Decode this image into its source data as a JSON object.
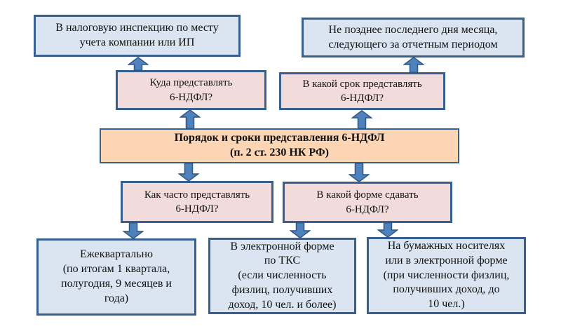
{
  "colors": {
    "blue-fill": "#dbe5f1",
    "pink-fill": "#f2dcdb",
    "orange-fill": "#fcd5b4",
    "border-blue": "#376092",
    "arrow-fill": "#4f81bd",
    "arrow-stroke": "#31567f"
  },
  "diagram": {
    "center": {
      "label": "Порядок и сроки представления 6-НДФЛ\n(п. 2 ст. 230 НК РФ)"
    },
    "questions": [
      {
        "id": "where",
        "label": "Куда представлять\n6-НДФЛ?"
      },
      {
        "id": "deadline",
        "label": "В какой срок представлять\n6-НДФЛ?"
      },
      {
        "id": "frequency",
        "label": "Как часто представлять\n6-НДФЛ?"
      },
      {
        "id": "format",
        "label": "В какой форме сдавать\n6-НДФЛ?"
      }
    ],
    "answers": [
      {
        "id": "where-answer",
        "label": "В налоговую инспекцию по месту\nучета компании или ИП"
      },
      {
        "id": "deadline-answer",
        "label": "Не позднее последнего дня месяца,\nследующего за отчетным периодом"
      },
      {
        "id": "frequency-answer",
        "label": "Ежеквартально\n(по итогам 1 квартала,\nполугодия, 9 месяцев и\nгода)"
      },
      {
        "id": "electronic-format-answer",
        "label": "В электронной форме\nпо ТКС\n(если численность\nфизлиц, получивших\nдоход, 10 чел. и более)"
      },
      {
        "id": "paper-format-answer",
        "label": "На бумажных носителях\nили в электронной форме\n(при численности физлиц,\nполучивших доход, до\n10 чел.)"
      }
    ]
  }
}
